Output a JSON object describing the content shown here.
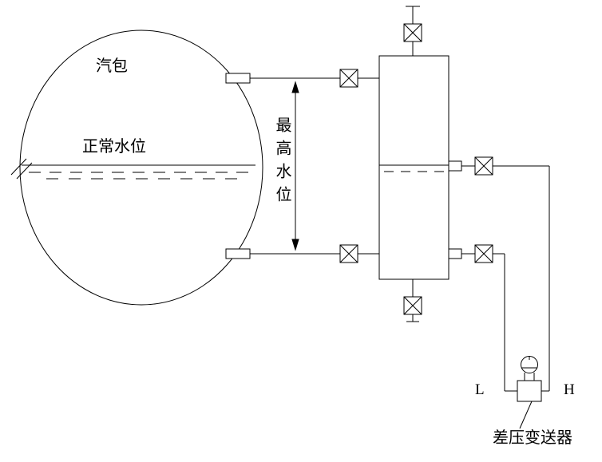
{
  "diagram": {
    "labels": {
      "drum": "汽包",
      "normal_water_level": "正常水位",
      "max_water_level": "最高水位",
      "port_low": "L",
      "port_high": "H",
      "transmitter": "差压变送器"
    },
    "colors": {
      "line": "#000000",
      "background": "#ffffff"
    }
  }
}
